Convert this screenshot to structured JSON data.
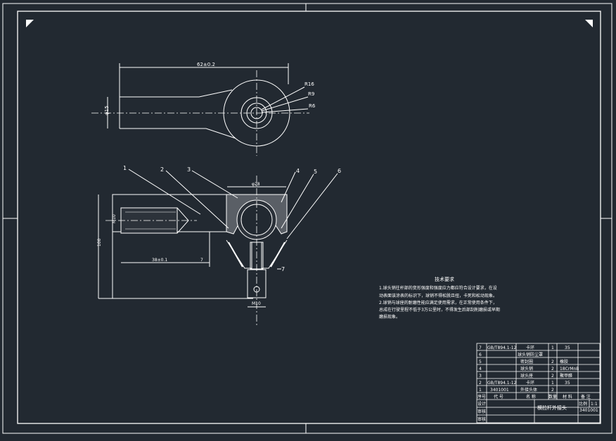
{
  "drawing": {
    "top_view": {
      "length_dim": "62±0.2",
      "dia_dim": "φ15",
      "radii": [
        "R16",
        "R9",
        "R6"
      ]
    },
    "section_view": {
      "top_dim": "φ28",
      "thread_dim": "M10",
      "depth_dim": "38±0.1",
      "small_dim": "7",
      "height_dim": "100",
      "bottom_dim": "M10",
      "callouts": [
        "1",
        "2",
        "3",
        "4",
        "5",
        "6",
        "7"
      ]
    },
    "notes": {
      "title": "技术要求",
      "lines": [
        "1.球头销往杆部的变形强度和强度应力都应符合设计要求，在设",
        "动表面该涂表的标识下，球销不得松脱且扭，卡死和松动现象。",
        "2.球销与球座的耐磨性能应满足使用需求，在正常使用条件下，",
        "总成在行驶里程不低于3万公里时，不得发生后部刮削磨损或早期",
        "磨损现象。"
      ]
    },
    "bom": {
      "rows": [
        {
          "no": "7",
          "std": "GB/T894.1-12",
          "name": "卡环",
          "qty": "1",
          "material": "35",
          "note": ""
        },
        {
          "no": "6",
          "std": "",
          "name": "球头销防尘罩",
          "qty": "",
          "material": "",
          "note": ""
        },
        {
          "no": "5",
          "std": "",
          "name": "密封圈",
          "qty": "2",
          "material": "橡胶",
          "note": ""
        },
        {
          "no": "4",
          "std": "",
          "name": "球头销",
          "qty": "2",
          "material": "18CrMnB",
          "note": ""
        },
        {
          "no": "3",
          "std": "",
          "name": "球头座",
          "qty": "2",
          "material": "聚甲醛",
          "note": ""
        },
        {
          "no": "2",
          "std": "GB/T894.1-12",
          "name": "卡环",
          "qty": "1",
          "material": "35",
          "note": ""
        },
        {
          "no": "1",
          "std": "3401001",
          "name": "外接头体",
          "qty": "2",
          "material": "",
          "note": ""
        }
      ],
      "header": {
        "no": "序号",
        "std": "代 号",
        "name": "名 称",
        "qty": "数量",
        "material": "材 料",
        "note": "备 注"
      }
    },
    "title_block": {
      "design": "设计",
      "check": "审核",
      "approve": "审核",
      "part_name": "横拉杆外接头",
      "scale_label": "比例",
      "scale": "1:1",
      "drawing_no": "3401001"
    }
  }
}
